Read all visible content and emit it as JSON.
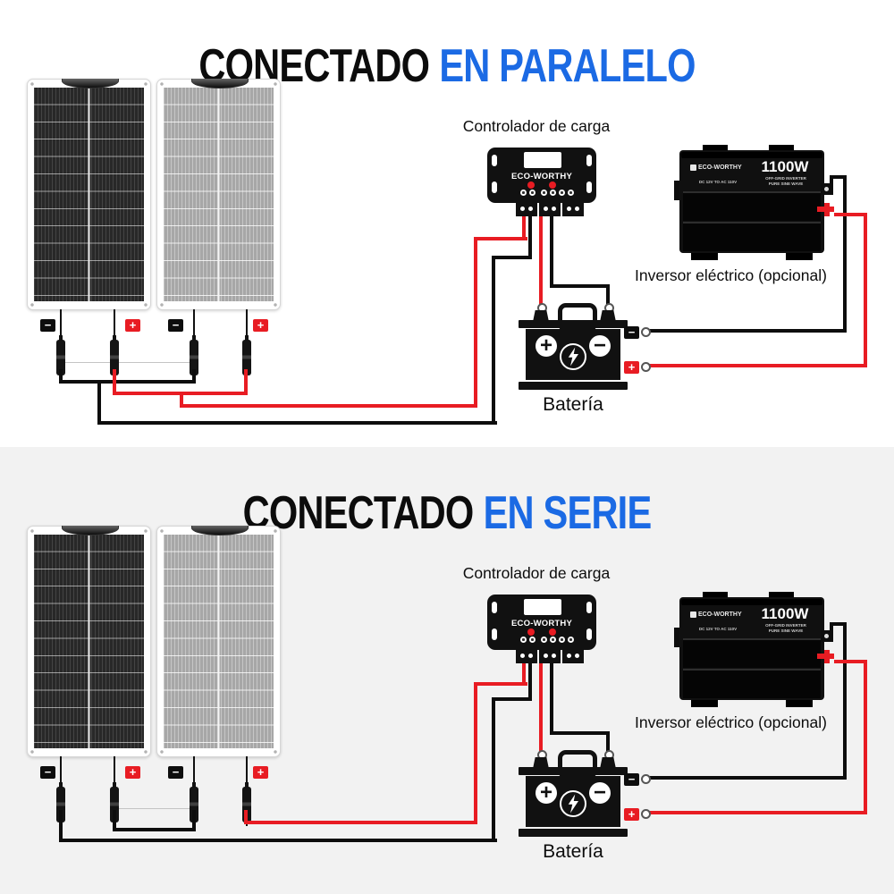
{
  "colors": {
    "accent_blue": "#1b6ae4",
    "wire_red": "#e81c23",
    "wire_black": "#0d0d0d",
    "panel_dark": "#282828",
    "panel_light": "#a7a7a7",
    "section2_bg": "#f2f2f2"
  },
  "glyphs": {
    "minus": "−",
    "plus": "+"
  },
  "sections": [
    {
      "id": "parallel",
      "title_prefix": "CONECTADO",
      "title_accent": "EN PARALELO",
      "controller": {
        "label": "Controlador de carga",
        "brand": "ECO-WORTHY"
      },
      "battery": {
        "label": "Batería"
      },
      "inverter": {
        "label": "Inversor eléctrico (opcional)",
        "brand": "ECO-WORTHY",
        "power": "1100W",
        "spec_left": "DC 12V TO AC 110V",
        "spec_right_line1": "OFF-GRID INVERTER",
        "spec_right_line2": "PURE SINE WAVE"
      }
    },
    {
      "id": "serie",
      "title_prefix": "CONECTADO",
      "title_accent": "EN SERIE",
      "controller": {
        "label": "Controlador de carga",
        "brand": "ECO-WORTHY"
      },
      "battery": {
        "label": "Batería"
      },
      "inverter": {
        "label": "Inversor eléctrico (opcional)",
        "brand": "ECO-WORTHY",
        "power": "1100W",
        "spec_left": "DC 12V TO AC 110V",
        "spec_right_line1": "OFF-GRID INVERTER",
        "spec_right_line2": "PURE SINE WAVE"
      }
    }
  ]
}
